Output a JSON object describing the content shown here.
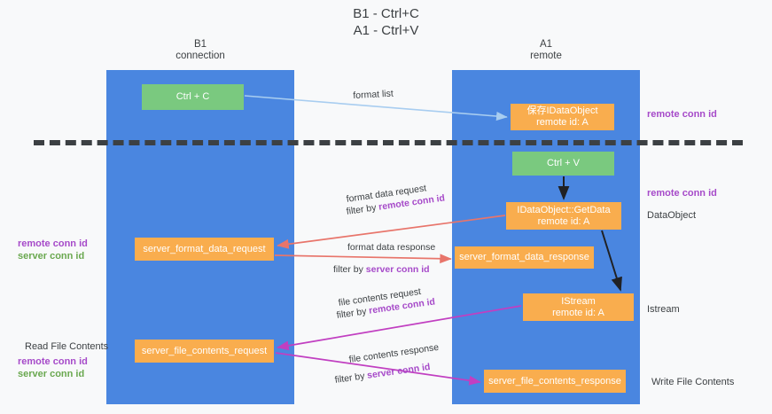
{
  "title": "B1 - Ctrl+C\nA1 - Ctrl+V",
  "columns": {
    "b1": {
      "header": "B1\nconnection"
    },
    "a1": {
      "header": "A1\nremote"
    }
  },
  "nodes": {
    "ctrl_c": {
      "label": "Ctrl + C",
      "color": "#7ac97f"
    },
    "ctrl_v": {
      "label": "Ctrl + V",
      "color": "#7ac97f"
    },
    "idataobject": {
      "label": "保存IDataObject\nremote id: A",
      "color": "#f9ad4e"
    },
    "getdata": {
      "label": "IDataObject::GetData\nremote id: A",
      "color": "#f9ad4e"
    },
    "server_format_data_response": {
      "label": "server_format_data_response",
      "color": "#f9ad4e"
    },
    "istream": {
      "label": "IStream\nremote id: A",
      "color": "#f9ad4e"
    },
    "server_file_contents_response": {
      "label": "server_file_contents_response",
      "color": "#f9ad4e"
    },
    "server_format_data_request": {
      "label": "server_format_data_request",
      "color": "#f9ad4e"
    },
    "server_file_contents_request": {
      "label": "server_file_contents_request",
      "color": "#f9ad4e"
    }
  },
  "edge_labels": {
    "format_list": "format list",
    "format_data_request": "format data request",
    "format_data_request_filter_prefix": "filter by ",
    "format_data_request_filter_key": "remote conn id",
    "format_data_response": "format data response",
    "format_data_response_filter_prefix": "filter by ",
    "format_data_response_filter_key": "server conn id",
    "file_contents_request": "file contents request",
    "file_contents_request_filter_prefix": "filter by ",
    "file_contents_request_filter_key": "remote conn id",
    "file_contents_response": "file contents response",
    "file_contents_response_filter_prefix": "filter by ",
    "file_contents_response_filter_key": "server conn id"
  },
  "annotations": {
    "right": [
      {
        "text": "remote conn id",
        "style": "purple"
      },
      {
        "text": "remote conn id",
        "style": "purple"
      },
      {
        "text": "DataObject",
        "style": "plain"
      },
      {
        "text": "Istream",
        "style": "plain"
      },
      {
        "text": "Write File Contents",
        "style": "plain"
      }
    ],
    "left": {
      "group1_line1": "remote conn id",
      "group1_line2": "server conn id",
      "read_file_contents": "Read File Contents",
      "group2_line1": "remote conn id",
      "group2_line2": "server conn id"
    }
  },
  "colors": {
    "lane": "#4a86e0",
    "green_node": "#7ac97f",
    "orange_node": "#f9ad4e",
    "divider": "#3c4043",
    "arrow_light_blue": "#a8cdf0",
    "arrow_salmon": "#e8756b",
    "arrow_magenta": "#c13fc1",
    "arrow_black": "#202124",
    "purple_text": "#a64ac9",
    "green_text": "#6aa84f",
    "background": "#f8f9fa"
  }
}
